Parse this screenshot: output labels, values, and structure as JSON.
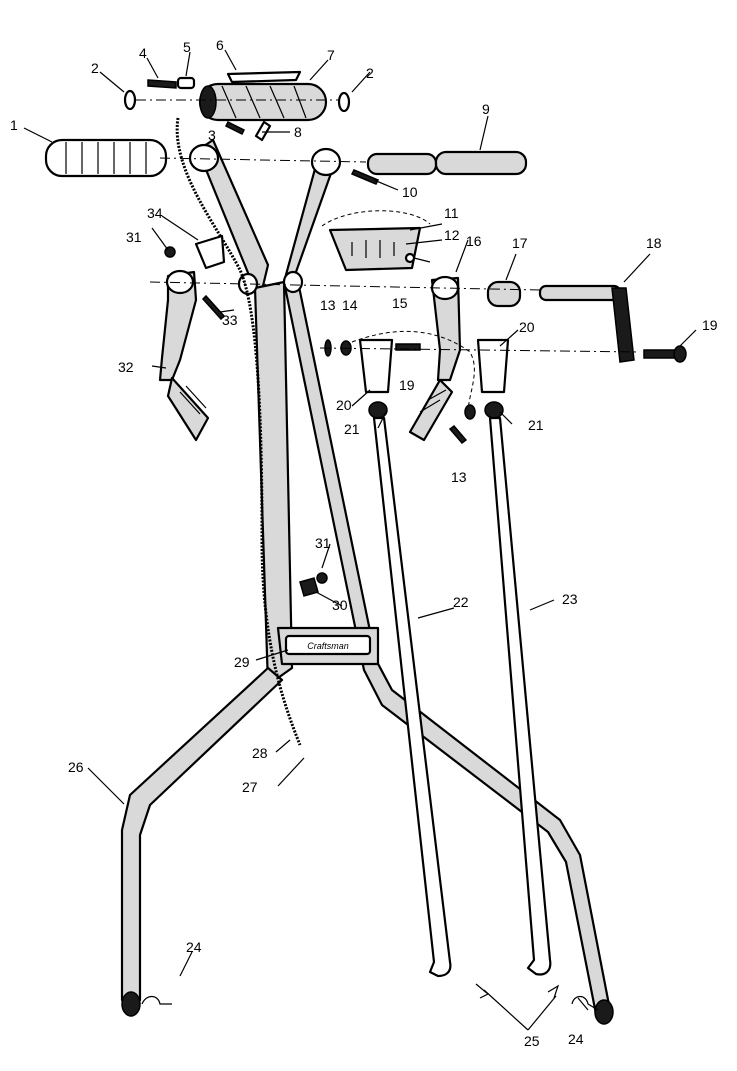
{
  "diagram": {
    "callouts": {
      "c1": "1",
      "c2a": "2",
      "c2b": "2",
      "c3": "3",
      "c4": "4",
      "c5": "5",
      "c6": "6",
      "c7": "7",
      "c8": "8",
      "c9": "9",
      "c10": "10",
      "c11": "11",
      "c12": "12",
      "c13a": "13",
      "c13b": "13",
      "c14": "14",
      "c15": "15",
      "c16": "16",
      "c17": "17",
      "c18": "18",
      "c19a": "19",
      "c19b": "19",
      "c20a": "20",
      "c20b": "20",
      "c21a": "21",
      "c21b": "21",
      "c22": "22",
      "c23": "23",
      "c24a": "24",
      "c24b": "24",
      "c25": "25",
      "c26": "26",
      "c27": "27",
      "c28": "28",
      "c29": "29",
      "c30": "30",
      "c31a": "31",
      "c31b": "31",
      "c32": "32",
      "c33": "33",
      "c34": "34"
    },
    "plate_label": "Craftsman"
  }
}
